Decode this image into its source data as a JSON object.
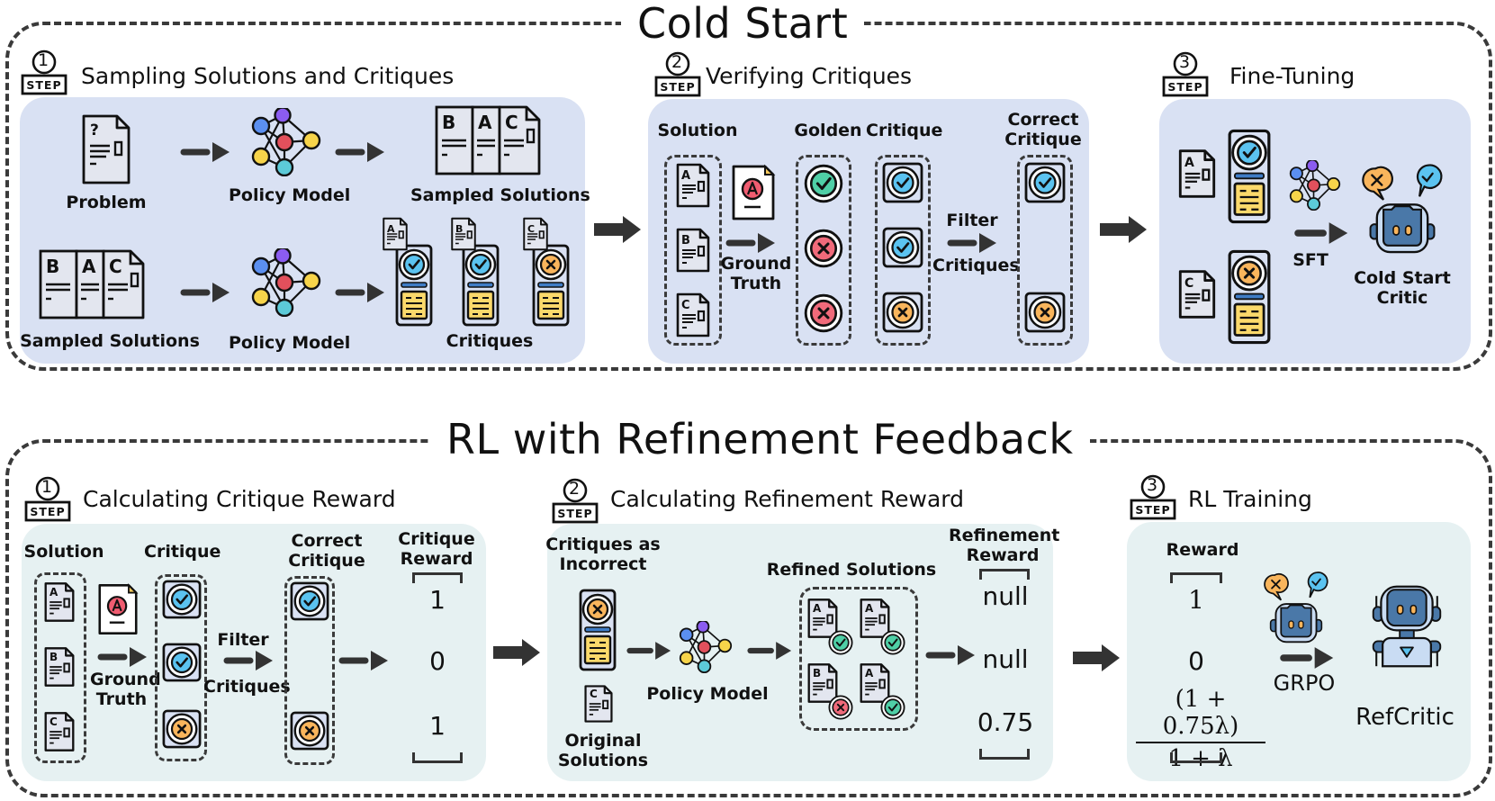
{
  "sections": {
    "cold_start": {
      "title": "Cold Start",
      "steps": [
        {
          "number": "1",
          "badge": "STEP",
          "title": "Sampling Solutions and Critiques",
          "labels": {
            "problem": "Problem",
            "policy_model_top": "Policy Model",
            "sampled_solutions_top": "Sampled Solutions",
            "sampled_solutions_bottom": "Sampled Solutions",
            "policy_model_bottom": "Policy Model",
            "critiques": "Critiques"
          },
          "solution_letters": [
            "B",
            "A",
            "C"
          ],
          "critique_items": [
            {
              "solution": "A",
              "verdict": "correct"
            },
            {
              "solution": "B",
              "verdict": "correct"
            },
            {
              "solution": "C",
              "verdict": "incorrect"
            }
          ]
        },
        {
          "number": "2",
          "badge": "STEP",
          "title": "Verifying Critiques",
          "labels": {
            "solution": "Solution",
            "golden": "Golden",
            "critique": "Critique",
            "correct_critique_line1": "Correct",
            "correct_critique_line2": "Critique",
            "ground_truth_line1": "Ground",
            "ground_truth_line2": "Truth",
            "filter_line1": "Filter",
            "filter_line2": "Critiques",
            "ground_truth_mark": "A"
          },
          "solutions": [
            "A",
            "B",
            "C"
          ],
          "golden": [
            "correct",
            "incorrect",
            "incorrect"
          ],
          "critique": [
            "correct",
            "correct",
            "incorrect"
          ],
          "correct_critique": [
            "correct",
            null,
            "incorrect"
          ]
        },
        {
          "number": "3",
          "badge": "STEP",
          "title": "Fine-Tuning",
          "labels": {
            "sft": "SFT",
            "result_line1": "Cold Start",
            "result_line2": "Critic"
          },
          "pairs": [
            {
              "solution": "A",
              "verdict": "correct"
            },
            {
              "solution": "C",
              "verdict": "incorrect"
            }
          ]
        }
      ]
    },
    "rl": {
      "title": "RL with Refinement Feedback",
      "steps": [
        {
          "number": "1",
          "badge": "STEP",
          "title": "Calculating Critique Reward",
          "labels": {
            "solution": "Solution",
            "critique": "Critique",
            "correct_critique_line1": "Correct",
            "correct_critique_line2": "Critique",
            "critique_reward_line1": "Critique",
            "critique_reward_line2": "Reward",
            "ground_truth_line1": "Ground",
            "ground_truth_line2": "Truth",
            "filter_line1": "Filter",
            "filter_line2": "Critiques",
            "ground_truth_mark": "A"
          },
          "solutions": [
            "A",
            "B",
            "C"
          ],
          "critique": [
            "correct",
            "correct",
            "incorrect"
          ],
          "correct_critique": [
            "correct",
            null,
            "incorrect"
          ],
          "rewards": [
            "1",
            "0",
            "1"
          ]
        },
        {
          "number": "2",
          "badge": "STEP",
          "title": "Calculating Refinement Reward",
          "labels": {
            "critiques_as_line1": "Critiques as",
            "critiques_as_line2": "Incorrect",
            "original_line1": "Original",
            "original_line2": "Solutions",
            "policy_model": "Policy Model",
            "refined_solutions": "Refined Solutions",
            "refinement_reward_line1": "Refinement",
            "refinement_reward_line2": "Reward",
            "original_solution": "C"
          },
          "refined": [
            {
              "solution": "A",
              "verdict": "correct"
            },
            {
              "solution": "A",
              "verdict": "correct"
            },
            {
              "solution": "B",
              "verdict": "incorrect"
            },
            {
              "solution": "A",
              "verdict": "correct"
            }
          ],
          "rewards": [
            "null",
            "null",
            "0.75"
          ]
        },
        {
          "number": "3",
          "badge": "STEP",
          "title": "RL Training",
          "labels": {
            "reward": "Reward",
            "grpo": "GRPO",
            "result": "RefCritic"
          },
          "rewards": [
            "1",
            "0"
          ],
          "formula": {
            "numerator": "(1 + 0.75λ)",
            "denominator": "1 + λ"
          }
        }
      ]
    }
  },
  "colors": {
    "panel_blue": "#d9e1f3",
    "panel_teal": "#e6f1f2",
    "check_blue": "#5bc3f0",
    "check_green": "#4fcfa6",
    "cross_red": "#f06a7a",
    "cross_orange": "#f9b55c",
    "doc_yellow": "#fbd96b",
    "bar_blue": "#3f7cc6",
    "robot_blue": "#4a78a8",
    "robot_light": "#c9dcf3"
  }
}
